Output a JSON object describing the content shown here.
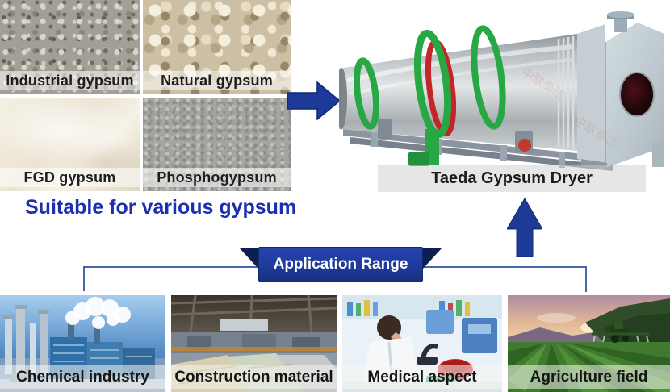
{
  "colors": {
    "accent_blue": "#1d3a98",
    "accent_blue_dark": "#0f2a70",
    "caption_blue": "#1d2eae",
    "banner_blue": "#1e3a9c",
    "banner_fold": "#0c1f52",
    "line_blue": "#4466aa",
    "label_text": "#1e1e1e"
  },
  "gypsum_grid": {
    "items": [
      {
        "label": "Industrial gypsum"
      },
      {
        "label": "Natural gypsum"
      },
      {
        "label": "FGD gypsum"
      },
      {
        "label": "Phosphogypsum"
      }
    ],
    "caption": "Suitable for various gypsum"
  },
  "dryer": {
    "label": "Taeda Gypsum Dryer",
    "watermark": "中联泰达"
  },
  "banner": {
    "label": "Application Range"
  },
  "applications": [
    {
      "label": "Chemical industry"
    },
    {
      "label": "Construction material"
    },
    {
      "label": "Medical aspect"
    },
    {
      "label": "Agriculture field"
    }
  ]
}
